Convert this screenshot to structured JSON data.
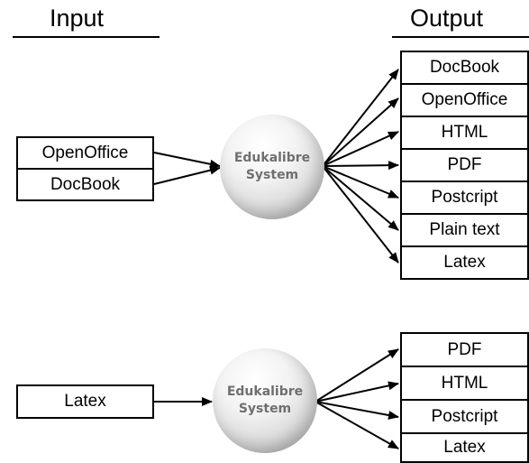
{
  "headers": {
    "input": "Input",
    "output": "Output"
  },
  "system_label": [
    "Edukalibre",
    "System"
  ],
  "flow1": {
    "inputs": [
      "OpenOffice",
      "DocBook"
    ],
    "outputs": [
      "DocBook",
      "OpenOffice",
      "HTML",
      "PDF",
      "Postcript",
      "Plain text",
      "Latex"
    ]
  },
  "flow2": {
    "inputs": [
      "Latex"
    ],
    "outputs": [
      "PDF",
      "HTML",
      "Postcript",
      "Latex"
    ]
  }
}
